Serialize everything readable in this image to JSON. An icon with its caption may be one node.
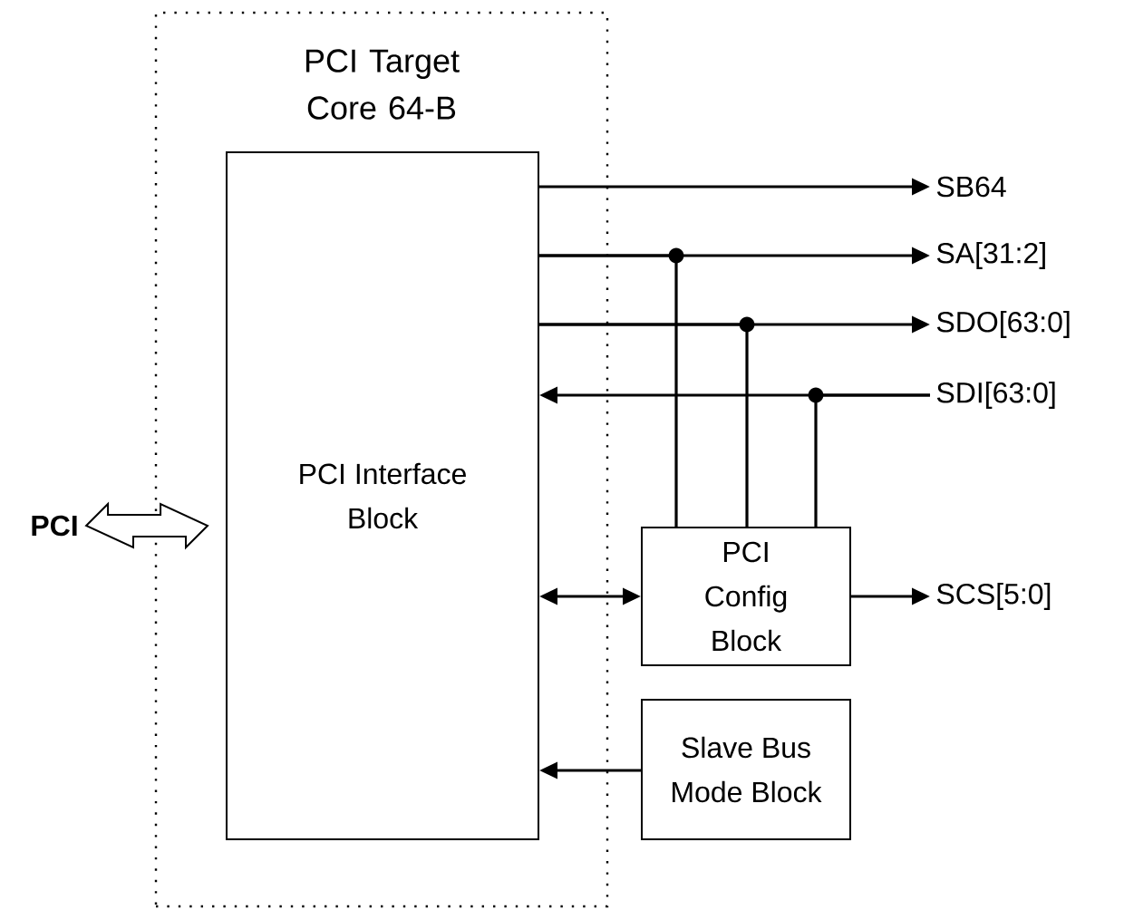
{
  "diagram": {
    "nodes": [
      {
        "text": [
          "PCI Target Core 64-B"
        ]
      },
      {
        "text": [
          "PCI Interface Block"
        ],
        "in": 0
      },
      {
        "text": [
          "PCI Config Block"
        ]
      },
      {
        "text": [
          "Slave Bus Mode Block"
        ]
      },
      {
        "text": [
          "SB64"
        ]
      },
      {
        "text": [
          "SA[31:2]"
        ]
      },
      {
        "text": [
          "SDO[63:0]"
        ]
      },
      {
        "text": [
          "SDI[63:0]"
        ]
      },
      {
        "text": [
          "SCS[5:0]"
        ]
      },
      {
        "text": [
          "PCI"
        ]
      }
    ],
    "edges": [
      {
        "from": 1,
        "to": 4,
        "arrow": "to"
      },
      {
        "from": 1,
        "to": 5,
        "arrow": "to"
      },
      {
        "from": 1,
        "to": 2,
        "arrow": "none"
      },
      {
        "from": 1,
        "to": 6,
        "arrow": "to"
      },
      {
        "from": 1,
        "to": 2,
        "arrow": "none"
      },
      {
        "from": 7,
        "to": 1,
        "arrow": "to"
      },
      {
        "from": 7,
        "to": 2,
        "arrow": "none"
      },
      {
        "from": 1,
        "to": 2,
        "arrow": "both"
      },
      {
        "from": 2,
        "to": 8,
        "arrow": "to"
      },
      {
        "from": 3,
        "to": 1,
        "arrow": "to"
      },
      {
        "from": 9,
        "to": 1,
        "arrow": "both",
        "style": "thick"
      }
    ]
  }
}
